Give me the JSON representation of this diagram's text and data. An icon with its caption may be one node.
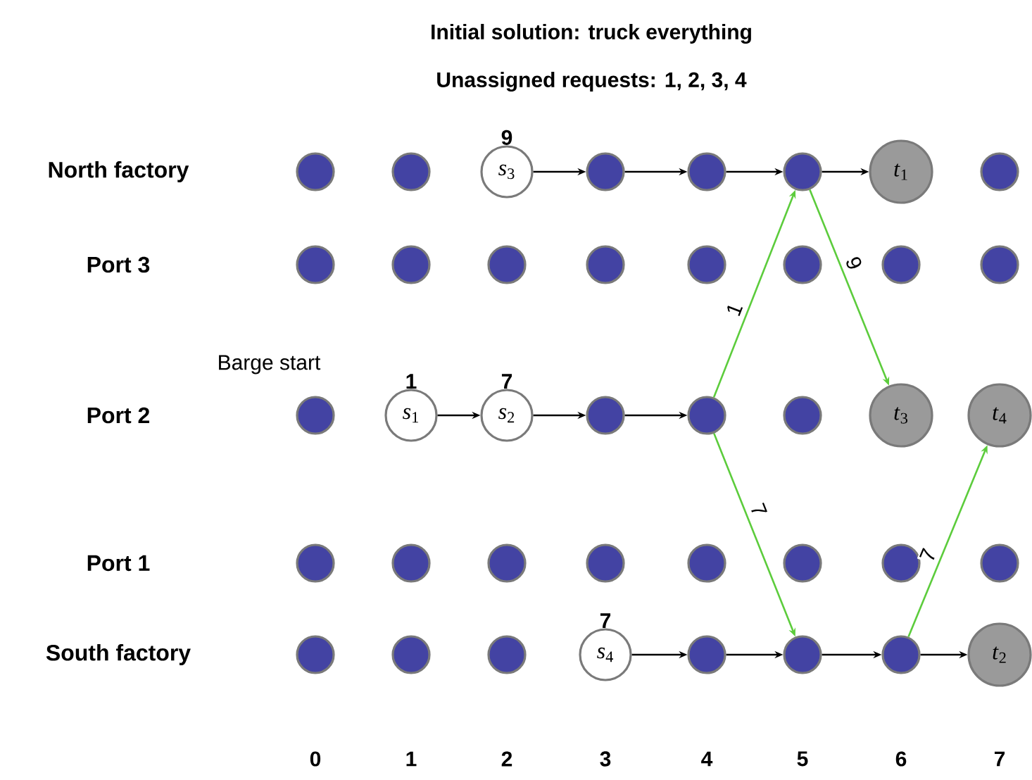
{
  "diagram": {
    "title": "Initial solution: truck everything",
    "nodes": [
      {
        "text": [],
        "shape": "circle"
      },
      {
        "text": [],
        "shape": "circle"
      },
      {
        "text": [
          "*s*$_{3}$"
        ],
        "beside": [
          "9"
        ]
      },
      {
        "text": [],
        "shape": "circle"
      },
      {
        "text": [],
        "shape": "circle"
      },
      {
        "text": [],
        "shape": "circle"
      },
      {
        "text": [
          "*t*$_{1}$"
        ]
      },
      {
        "text": [],
        "shape": "circle"
      },
      {
        "text": [],
        "shape": "circle"
      },
      {
        "text": [],
        "shape": "circle"
      },
      {
        "text": [],
        "shape": "circle"
      },
      {
        "text": [],
        "shape": "circle"
      },
      {
        "text": [],
        "shape": "circle"
      },
      {
        "text": [],
        "shape": "circle"
      },
      {
        "text": [],
        "shape": "circle"
      },
      {
        "text": [],
        "shape": "circle"
      },
      {
        "text": [],
        "shape": "circle"
      },
      {
        "text": [
          "*s*$_{1}$"
        ],
        "beside": [
          "1"
        ]
      },
      {
        "text": [
          "*s*$_{2}$"
        ],
        "beside": [
          "7"
        ]
      },
      {
        "text": [],
        "shape": "circle"
      },
      {
        "text": [],
        "shape": "circle"
      },
      {
        "text": [],
        "shape": "circle"
      },
      {
        "text": [
          "*t*$_{3}$"
        ]
      },
      {
        "text": [
          "*t*$_{4}$"
        ]
      },
      {
        "text": [],
        "shape": "circle"
      },
      {
        "text": [],
        "shape": "circle"
      },
      {
        "text": [],
        "shape": "circle"
      },
      {
        "text": [],
        "shape": "circle"
      },
      {
        "text": [],
        "shape": "circle"
      },
      {
        "text": [],
        "shape": "circle"
      },
      {
        "text": [],
        "shape": "circle"
      },
      {
        "text": [],
        "shape": "circle"
      },
      {
        "text": [],
        "shape": "circle"
      },
      {
        "text": [],
        "shape": "circle"
      },
      {
        "text": [],
        "shape": "circle"
      },
      {
        "text": [
          "*s*$_{4}$"
        ],
        "beside": [
          "7"
        ]
      },
      {
        "text": [],
        "shape": "circle"
      },
      {
        "text": [],
        "shape": "circle"
      },
      {
        "text": [],
        "shape": "circle"
      },
      {
        "text": [
          "*t*$_{2}$"
        ]
      }
    ],
    "edges": [
      {
        "from": 2,
        "to": 3,
        "arrow": "to"
      },
      {
        "from": 3,
        "to": 4,
        "arrow": "to"
      },
      {
        "from": 4,
        "to": 5,
        "arrow": "to"
      },
      {
        "from": 5,
        "to": 6,
        "arrow": "to"
      },
      {
        "from": 17,
        "to": 18,
        "arrow": "to"
      },
      {
        "from": 18,
        "to": 19,
        "arrow": "to"
      },
      {
        "from": 19,
        "to": 20,
        "arrow": "to"
      },
      {
        "from": 35,
        "to": 36,
        "arrow": "to"
      },
      {
        "from": 36,
        "to": 37,
        "arrow": "to"
      },
      {
        "from": 37,
        "to": 38,
        "arrow": "to"
      },
      {
        "from": 38,
        "to": 39,
        "arrow": "to"
      },
      {
        "from": 20,
        "to": 5,
        "arrow": "to",
        "label": "1",
        "color": "#5ccc3c"
      },
      {
        "from": 5,
        "to": 22,
        "arrow": "to",
        "label": "9",
        "color": "#5ccc3c"
      },
      {
        "from": 20,
        "to": 37,
        "arrow": "to",
        "label": "7",
        "color": "#5ccc3c"
      },
      {
        "from": 38,
        "to": 23,
        "arrow": "to",
        "label": "7",
        "color": "#5ccc3c"
      }
    ],
    "labels": [
      "Unassigned requests: 1, 2, 3, 4",
      "North factory",
      "Port 3",
      "Barge start",
      "Port 2",
      "Port 1",
      "South factory",
      "0",
      "1",
      "2",
      "3",
      "4",
      "5",
      "6",
      "7"
    ]
  }
}
